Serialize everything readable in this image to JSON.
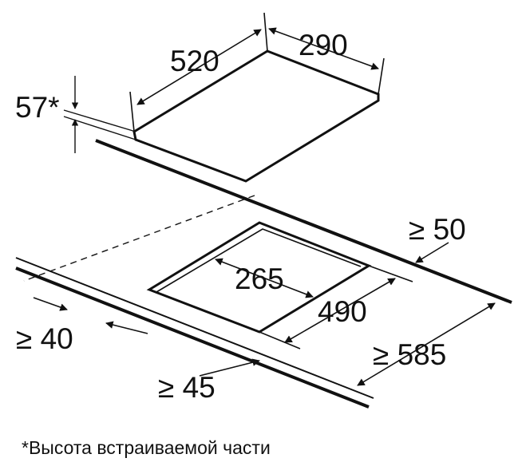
{
  "hob": {
    "width_label": "520",
    "depth_label": "290",
    "height_label": "57*"
  },
  "cutout": {
    "depth_label": "265",
    "width_label": "490"
  },
  "clearances": {
    "rear_label": "≥ 50",
    "front_label": "≥ 40",
    "side_label": "≥ 45",
    "worktop_depth_label": "≥ 585"
  },
  "footnote": "*Высота встраиваемой части",
  "colors": {
    "line": "#111111",
    "background": "#ffffff"
  }
}
